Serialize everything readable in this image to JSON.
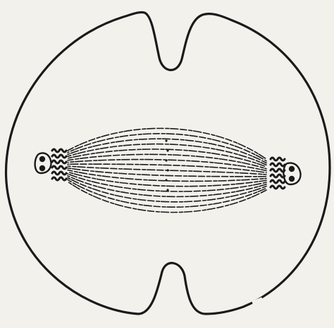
{
  "illustration": {
    "subject": "cell-division-spindle-drawing",
    "colors": {
      "paper": "#f3f1ec",
      "ink": "#1a1a1a"
    },
    "parts": [
      "cell-outline",
      "top-notch",
      "bottom-notch",
      "spindle-fibers",
      "left-pole-centrioles",
      "right-pole-centrioles",
      "left-chromosome-cluster",
      "right-chromosome-cluster"
    ]
  }
}
